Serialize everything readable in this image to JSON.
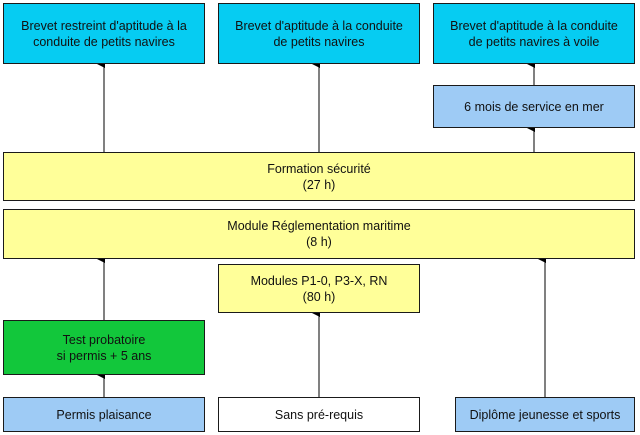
{
  "boxes": {
    "brevet_restreint": {
      "line1": "Brevet restreint d'aptitude à la",
      "line2": "conduite de petits navires"
    },
    "brevet_petits_navires": {
      "line1": "Brevet d'aptitude à la conduite",
      "line2": "de petits navires"
    },
    "brevet_voile": {
      "line1": "Brevet d'aptitude à la conduite",
      "line2": "de petits navires à voile"
    },
    "service_mer": {
      "text": "6 mois de service en mer"
    },
    "formation_securite": {
      "line1": "Formation sécurité",
      "line2": "(27 h)"
    },
    "module_reglementation": {
      "line1": "Module Réglementation maritime",
      "line2": "(8 h)"
    },
    "modules_p1": {
      "line1": "Modules P1-0, P3-X, RN",
      "line2": "(80 h)"
    },
    "test_probatoire": {
      "line1": "Test probatoire",
      "line2": "si permis + 5 ans"
    },
    "permis_plaisance": {
      "text": "Permis plaisance"
    },
    "sans_prerequis": {
      "text": "Sans pré-requis"
    },
    "diplome_jeunesse": {
      "text": "Diplôme jeunesse et sports"
    }
  },
  "colors": {
    "brevet": "#06ccf2",
    "formation": "#ffff99",
    "prerequisite": "#9ecbf5",
    "test": "#12c73b",
    "neutral": "#ffffff"
  }
}
